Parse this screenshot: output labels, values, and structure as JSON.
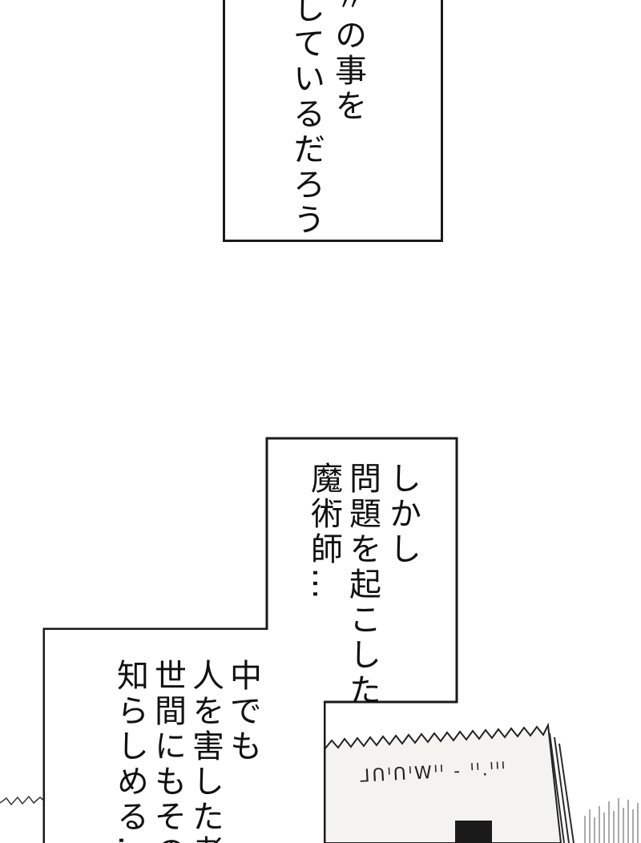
{
  "caption_top": {
    "lines": [
      "〃の事を",
      "しているだろう"
    ]
  },
  "caption_bottom": {
    "upper_lines": [
      "しかし",
      "問題を起こした",
      "魔術師…"
    ],
    "lower_lines": [
      "中でも",
      "人を害した者",
      "世間にもその",
      "知らしめる…"
    ]
  },
  "document_scribble": "ᒧᑎᑊᑎᑊWᑊᑊ - ᑊᑊ.ᑊᑊᑊ",
  "colors": {
    "border": "#1a1a1a",
    "paper": "#f4f3f0",
    "ink": "#111111",
    "background": "#ffffff"
  }
}
